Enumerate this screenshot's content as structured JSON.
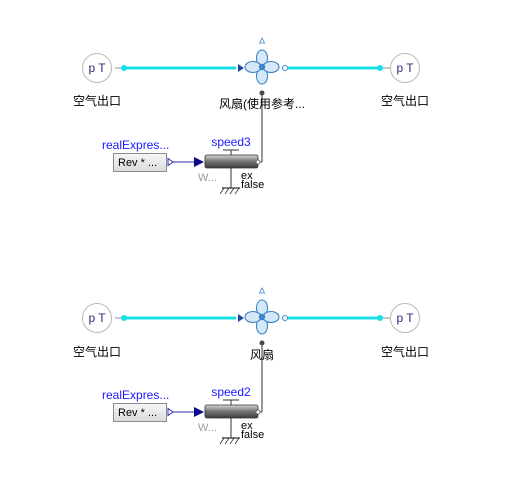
{
  "diagrams": [
    {
      "id": "top",
      "inlet_port": "p T",
      "inlet_label": "空气出口",
      "outlet_port": "p T",
      "outlet_label": "空气出口",
      "fan_label": "风扇(使用参考...",
      "expression_label": "realExpres...",
      "expression_value": "Rev * ...",
      "speed_label": "speed3",
      "ex_label": "ex",
      "false_label": "false",
      "w_label": "W...",
      "colors": {
        "fluid_line": "#19e0e8",
        "signal": "#0a0a8a",
        "fan": "#3a86c8"
      }
    },
    {
      "id": "bottom",
      "inlet_port": "p T",
      "inlet_label": "空气出口",
      "outlet_port": "p T",
      "outlet_label": "空气出口",
      "fan_label": "风扇",
      "expression_label": "realExpres...",
      "expression_value": "Rev * ...",
      "speed_label": "speed2",
      "ex_label": "ex",
      "false_label": "false",
      "w_label": "W...",
      "colors": {
        "fluid_line": "#19e0e8",
        "signal": "#0a0a8a",
        "fan": "#3a86c8"
      }
    }
  ]
}
